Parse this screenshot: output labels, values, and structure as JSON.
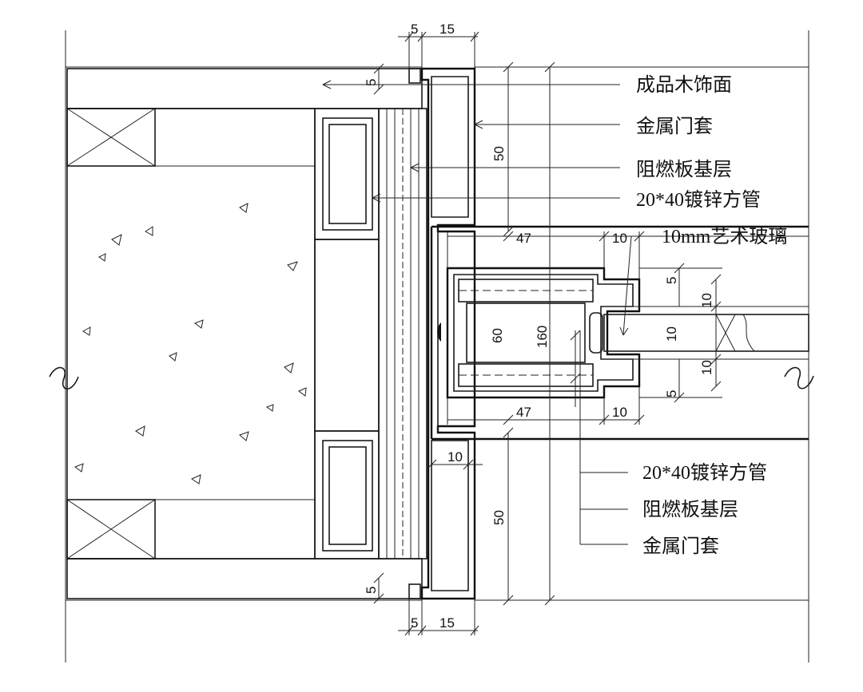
{
  "labels_right_upper": {
    "finished_wood_veneer": "成品木饰面",
    "metal_door_frame": "金属门套",
    "fire_retardant_board": "阻燃板基层",
    "galvanized_square_tube": "20*40镀锌方管",
    "art_glass": "10mm艺术玻璃"
  },
  "labels_right_lower": {
    "galvanized_square_tube": "20*40镀锌方管",
    "fire_retardant_board": "阻燃板基层",
    "metal_door_frame": "金属门套"
  },
  "dimensions": {
    "top_gap": "5",
    "top_frame": "15",
    "top_left_gap": "5",
    "upper_depth": "50",
    "inner_width_top": "47",
    "glass_top": "10",
    "side_5_top": "5",
    "side_10_top": "10",
    "glass_thickness": "10",
    "side_10_bottom": "10",
    "side_5_bottom": "5",
    "core_60": "60",
    "core_160": "160",
    "inner_width_bottom": "47",
    "glass_bottom": "10",
    "lower_offset": "10",
    "lower_depth": "50",
    "bottom_left_gap": "5",
    "bottom_gap": "5",
    "bottom_frame": "15"
  }
}
